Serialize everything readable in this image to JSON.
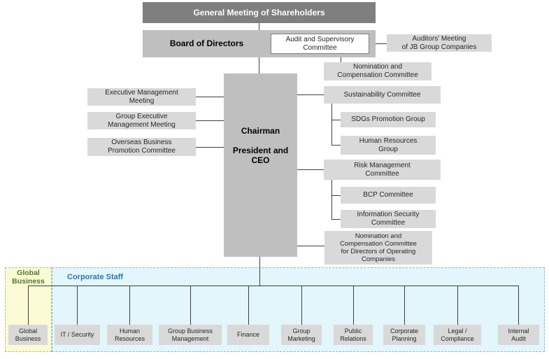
{
  "nodes": {
    "general_meeting": "General Meeting of Shareholders",
    "board_of_directors": "Board of Directors",
    "audit_supervisory": "Audit and Supervisory\nCommittee",
    "auditors_meeting": "Auditors' Meeting\nof JB Group Companies",
    "nomination_compensation": "Nomination and\nCompensation Committee",
    "executive_management": "Executive Management\nMeeting",
    "group_executive_management": "Group Executive\nManagement Meeting",
    "overseas_business_promotion": "Overseas Business\nPromotion Committee",
    "chairman_president_ceo": "Chairman\n\nPresident and\nCEO",
    "sustainability": "Sustainability Committee",
    "sdgs_promotion": "SDGs Promotion Group",
    "human_resources_group": "Human Resources\nGroup",
    "risk_management": "Risk Management\nCommittee",
    "bcp": "BCP Committee",
    "information_security": "Information Security\nCommittee",
    "nomination_operating": "Nomination and\nCompensation Committee\nfor Directors of Operating\nCompanies"
  },
  "regions": {
    "global_business_label": "Global\nBusiness",
    "corporate_staff_label": "Corporate Staff"
  },
  "departments": [
    "Global\nBusiness",
    "IT / Security",
    "Human\nResources",
    "Group Business\nManagement",
    "Finance",
    "Group\nMarketing",
    "Public\nRelations",
    "Corporate\nPlanning",
    "Legal /\nCompliance",
    "Internal\nAudit"
  ],
  "colors": {
    "header_fill": "#7f7f7f",
    "header_text": "#ffffff",
    "bar_fill": "#bfbfbf",
    "box_fill": "#d9d9d9",
    "box_text": "#262626",
    "line": "#3f3f3f",
    "global_region_fill": "#fafad4",
    "global_region_border": "#a9c47f",
    "global_label_text": "#4f7b28",
    "staff_region_fill": "#e2f6fb",
    "staff_region_border": "#8db4e2",
    "staff_label_text": "#2e74b5"
  }
}
